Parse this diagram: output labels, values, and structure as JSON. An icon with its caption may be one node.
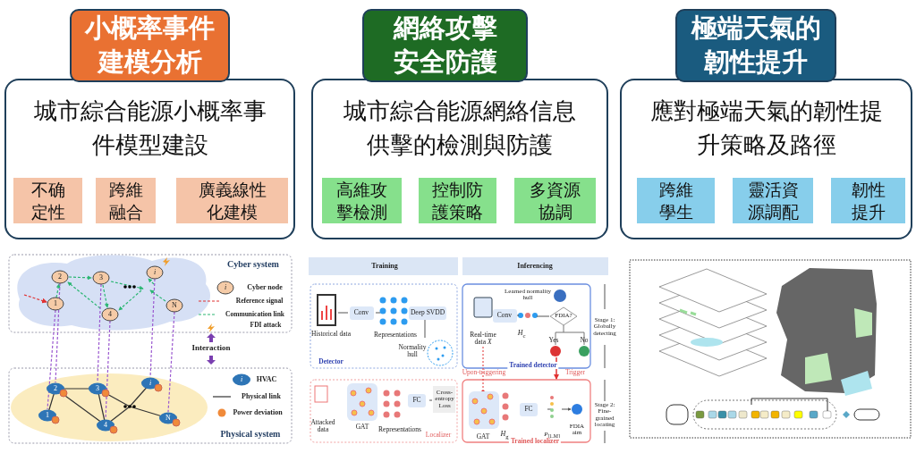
{
  "diagram": {
    "nodes": [
      {
        "text": [
          "小概率事件建模分析"
        ]
      },
      {
        "text": [
          "城市綜合能源小概率事件模型建設"
        ]
      },
      {
        "text": [
          "不确定性"
        ],
        "in": 1
      },
      {
        "text": [
          "跨維融合"
        ],
        "in": 1
      },
      {
        "text": [
          "廣義線性化建模"
        ],
        "in": 1
      },
      {
        "text": [
          "網絡攻擊安全防護"
        ]
      },
      {
        "text": [
          "城市綜合能源網絡信息供擊的檢測與防護"
        ]
      },
      {
        "text": [
          "高維攻擊檢測"
        ],
        "in": 6
      },
      {
        "text": [
          "控制防護策略"
        ],
        "in": 6
      },
      {
        "text": [
          "多資源協調"
        ],
        "in": 6
      },
      {
        "text": [
          "極端天氣的韌性提升"
        ]
      },
      {
        "text": [
          "應對極端天氣的韌性提升策略及路徑"
        ]
      },
      {
        "text": [
          "跨維學生"
        ],
        "in": 11
      },
      {
        "text": [
          "靈活資源調配"
        ],
        "in": 11
      },
      {
        "text": [
          "韌性提升"
        ],
        "in": 11
      },
      {
        "text": [],
        "shape": "picture"
      },
      {
        "text": [],
        "shape": "picture"
      },
      {
        "text": [],
        "shape": "picture"
      }
    ],
    "labels": [
      "Cyber system",
      "2",
      "3",
      "i",
      "1",
      "4",
      "N",
      "i",
      "Cyber node",
      "Reference signal",
      "Communication link",
      "FDI attack",
      "Interaction",
      "2",
      "3",
      "i",
      "1",
      "4",
      "N",
      "i",
      "HVAC",
      "Physical link",
      "Power deviation",
      "Physical system",
      "Training",
      "Inferencing",
      "Historical data",
      "Conv",
      "Representations",
      "Deep SVDD",
      "Normality hull",
      "Detector",
      "Learned normality hull",
      "Real-time data *X*",
      "Conv",
      "*H*$_{c}$",
      "FDIA?",
      "Yes",
      "No",
      "Trained detector",
      "Stage 1: Globally detecting",
      "Upon-triggering",
      "Trigger",
      "Attacked data",
      "GAT",
      "Representations",
      "FC",
      "Cross-entropy Loss",
      "Localizer",
      "GAT",
      "*H*$_{g}$",
      "FC",
      "*P*$_{[1,M]}$",
      "FDIA aim",
      "Trained localizer",
      "Stage 2: Fine-grained locating"
    ]
  }
}
